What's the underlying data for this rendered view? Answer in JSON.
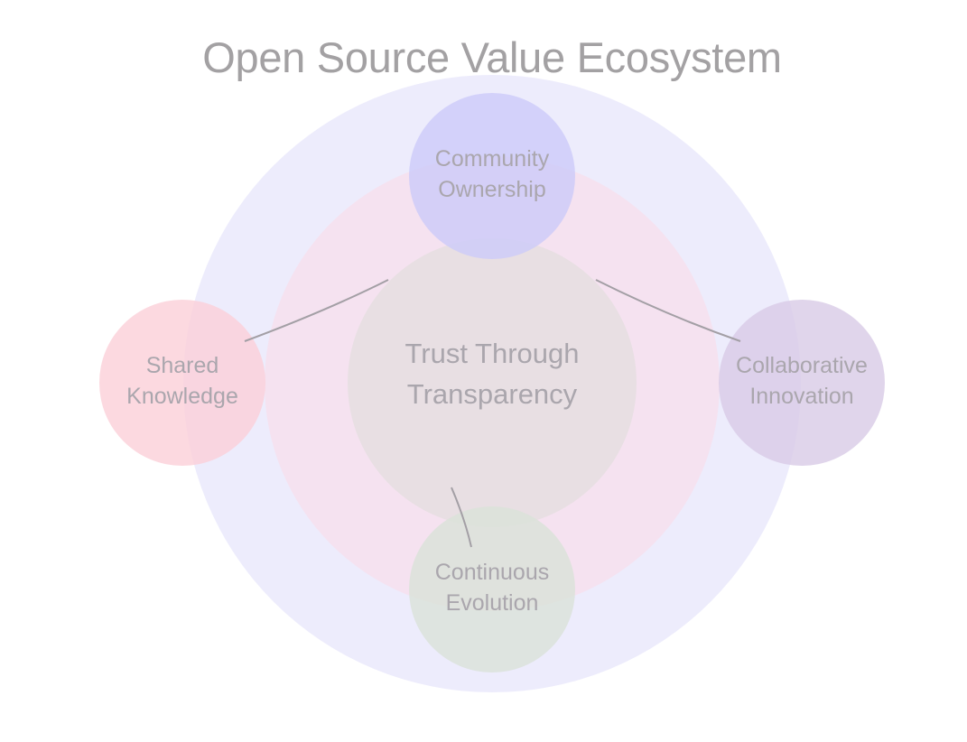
{
  "title": "Open Source Value Ecosystem",
  "center": {
    "line1": "Trust Through",
    "line2": "Transparency"
  },
  "nodes": {
    "top": {
      "line1": "Community",
      "line2": "Ownership",
      "color": "#d4d4fc"
    },
    "left": {
      "line1": "Shared",
      "line2": "Knowledge",
      "color": "#fbd3dc"
    },
    "right": {
      "line1": "Collaborative",
      "line2": "Innovation",
      "color": "#ddd3ea"
    },
    "bottom": {
      "line1": "Continuous",
      "line2": "Evolution",
      "color": "#dfe8e2"
    }
  },
  "colors": {
    "outer_ring": "#ebebfc",
    "middle_ring": "#f5e2ef",
    "core": "#e6dde2",
    "connector": "#a39fa5",
    "text": "#aaa6ad"
  }
}
